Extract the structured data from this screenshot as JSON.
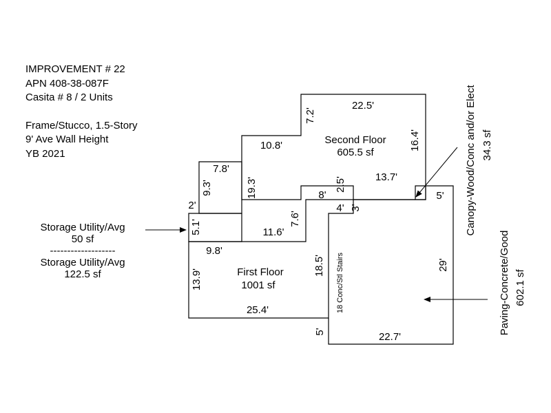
{
  "header": {
    "improvement": "IMPROVEMENT # 22",
    "apn": "APN 408-38-087F",
    "casita": "Casita # 8 / 2 Units",
    "construction": "Frame/Stucco, 1.5-Story",
    "wall_height": "9' Ave Wall Height",
    "year_built": "YB 2021"
  },
  "storage": {
    "label_1": "Storage Utility/Avg",
    "area_1": "50 sf",
    "divider": "-------------------",
    "label_2": "Storage Utility/Avg",
    "area_2": "122.5 sf"
  },
  "second_floor": {
    "name": "Second Floor",
    "area": "605.5 sf",
    "dims": {
      "top": "22.5'",
      "left_short": "7.2'",
      "right": "16.4'",
      "mid": "10.8'",
      "lower_right": "13.7'",
      "step": "2.5'"
    }
  },
  "first_floor": {
    "name": "First Floor",
    "area": "1001 sf",
    "dims": {
      "left": "13.9'",
      "bottom": "25.4'",
      "rise": "18.5'",
      "stair_side": "5'",
      "notch_top": "8'",
      "notch_side": "7.6'",
      "notch_bottom": "11.6'",
      "step_small": "4'",
      "step_3": "3'"
    }
  },
  "storage_dims": {
    "top_width": "7.8'",
    "side_a": "9.3'",
    "side_b": "19.3'",
    "side_c": "2'",
    "side_d": "5.1'",
    "bottom": "9.8'"
  },
  "stairs": {
    "label": "18 Conc/Stl Stairs"
  },
  "canopy": {
    "name": "Canopy-Wood/Conc and/or Elect",
    "area": "34.3 sf",
    "dim": "5'"
  },
  "paving": {
    "name": "Paving-Concrete/Good",
    "area": "602.1 sf",
    "dims": {
      "side": "29'",
      "bottom": "22.7'"
    }
  },
  "colors": {
    "line": "#000000",
    "background": "#ffffff"
  }
}
